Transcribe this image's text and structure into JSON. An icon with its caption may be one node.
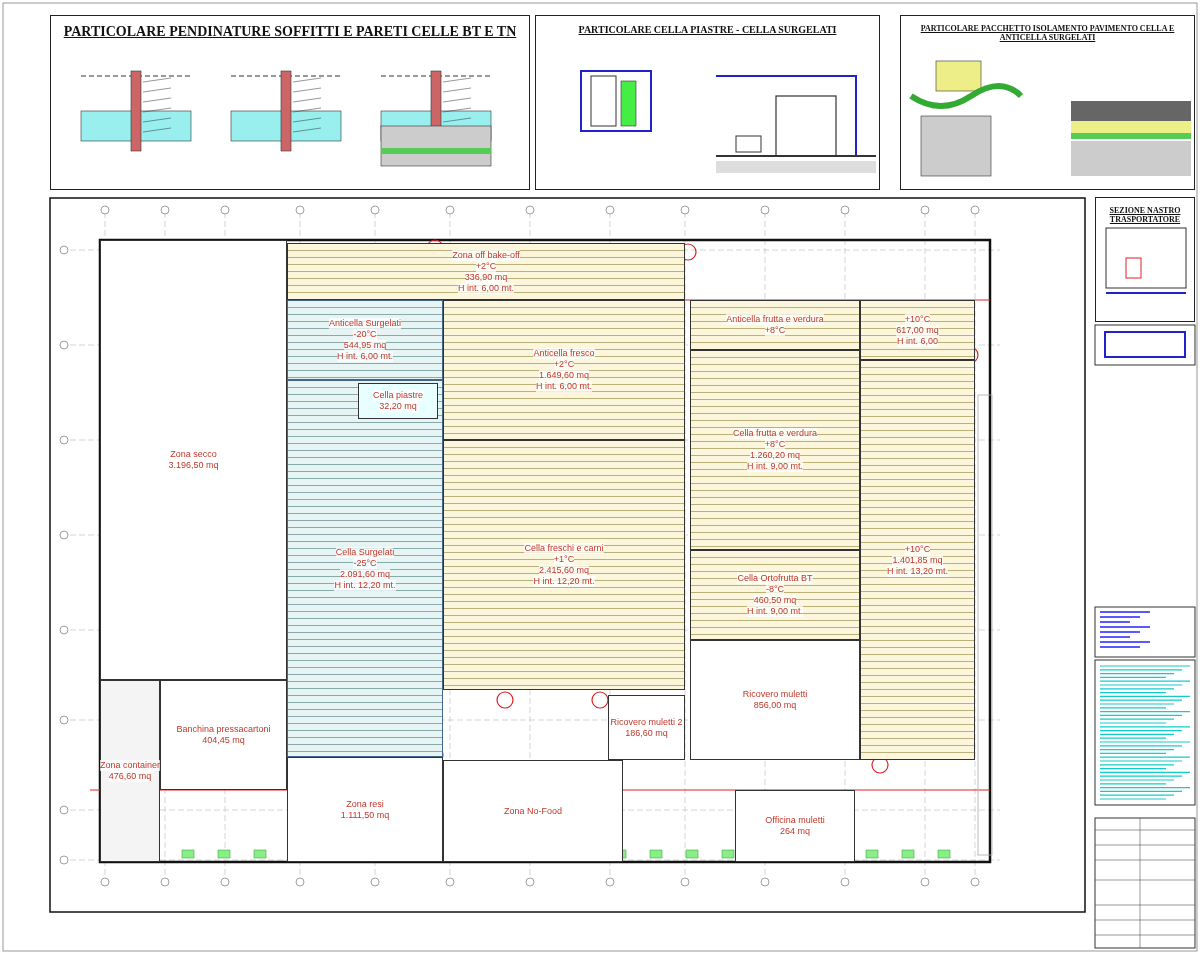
{
  "diagram": {
    "nodes": [
      {
        "text": [
          "PARTICOLARE PENDINATURE SOFFITTI E PARETI CELLE BT E TN"
        ]
      },
      {
        "text": [
          "PARTICOLARE CELLA PIASTRE - CELLA SURGELATI"
        ]
      },
      {
        "text": [
          "PARTICOLARE PACCHETTO ISOLAMENTO PAVIMENTO CELLA E ANTICELLA SURGELATI"
        ]
      },
      {
        "text": [
          "SEZIONE NASTRO TRASPORTATORE"
        ]
      },
      {
        "text": [
          "Zona secco",
          "3.196,50 mq"
        ]
      },
      {
        "text": [
          "Zona off bake-off",
          "+2°C",
          "336,90 mq",
          "H int. 6,00 mt."
        ]
      },
      {
        "text": [
          "Anticella Surgelati",
          "-20°C",
          "544,95 mq",
          "H int. 6,00 mt."
        ]
      },
      {
        "text": [
          "Cella Surgelati",
          "-25°C",
          "2.091,60 mq",
          "H int. 12,20 mt."
        ]
      },
      {
        "text": [
          "Cella piastre",
          "32,20 mq"
        ],
        "in": 7
      },
      {
        "text": [
          "Anticella fresco",
          "+2°C",
          "1.649,60 mq",
          "H int. 6,00 mt."
        ]
      },
      {
        "text": [
          "Cella freschi e carni",
          "+1°C",
          "2.415,60 mq",
          "H int. 12,20 mt."
        ]
      },
      {
        "text": [
          "Anticella frutta e verdura",
          "+8°C"
        ]
      },
      {
        "text": [
          "Cella frutta e verdura",
          "+8°C",
          "1.260,20 mq",
          "H int. 9,00 mt."
        ]
      },
      {
        "text": [
          "Cella Ortofrutta BT",
          "-8°C",
          "460,50 mq",
          "H int. 9,00 mt."
        ]
      },
      {
        "text": [
          "+10°C",
          "617,00 mq",
          "H int. 6,00"
        ]
      },
      {
        "text": [
          "+10°C",
          "1.401,85 mq",
          "H int. 13,20 mt."
        ]
      },
      {
        "text": [
          "Ricovero muletti",
          "856,00 mq"
        ]
      },
      {
        "text": [
          "Ricovero muletti 2",
          "186,60 mq"
        ]
      },
      {
        "text": [
          "Zona container",
          "476,60 mq"
        ]
      },
      {
        "text": [
          "Banchina pressacartoni",
          "404,45 mq"
        ]
      },
      {
        "text": [
          "Zona resi",
          "1.111,50 mq"
        ]
      },
      {
        "text": [
          "Zona No-Food"
        ]
      },
      {
        "text": [
          "Officina muletti",
          "264 mq"
        ]
      }
    ]
  }
}
